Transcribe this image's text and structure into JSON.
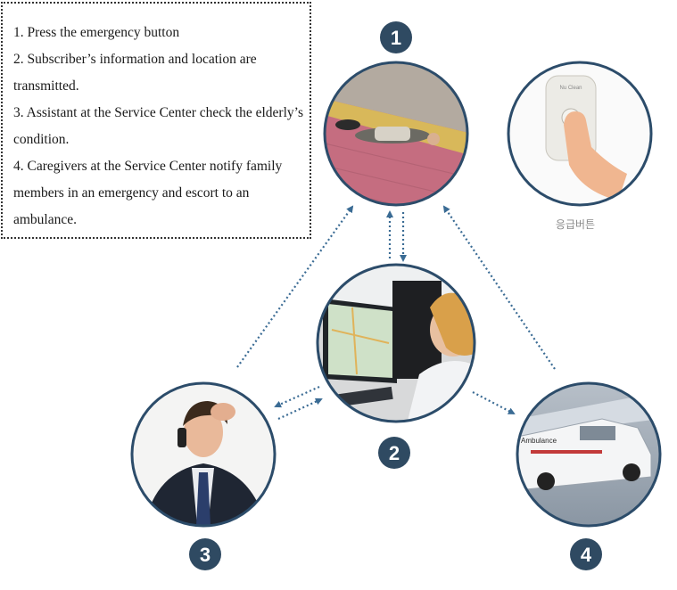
{
  "steps": [
    "1. Press the emergency button",
    "2. Subscriber’s information and location are transmitted.",
    "3. Assistant at the Service Center check the elderly’s condition.",
    "4. Caregivers at the Service Center notify family members in an emergency and escort to an ambulance."
  ],
  "badges": {
    "one": "1",
    "two": "2",
    "three": "3",
    "four": "4"
  },
  "device_caption": "응급버튼",
  "ambulance_text": "Ambulance",
  "device_brand": "Nu Clean",
  "colors": {
    "badge": "#2f4a62",
    "arrow": "#3a6b94",
    "ring": "#2c4c6a"
  }
}
